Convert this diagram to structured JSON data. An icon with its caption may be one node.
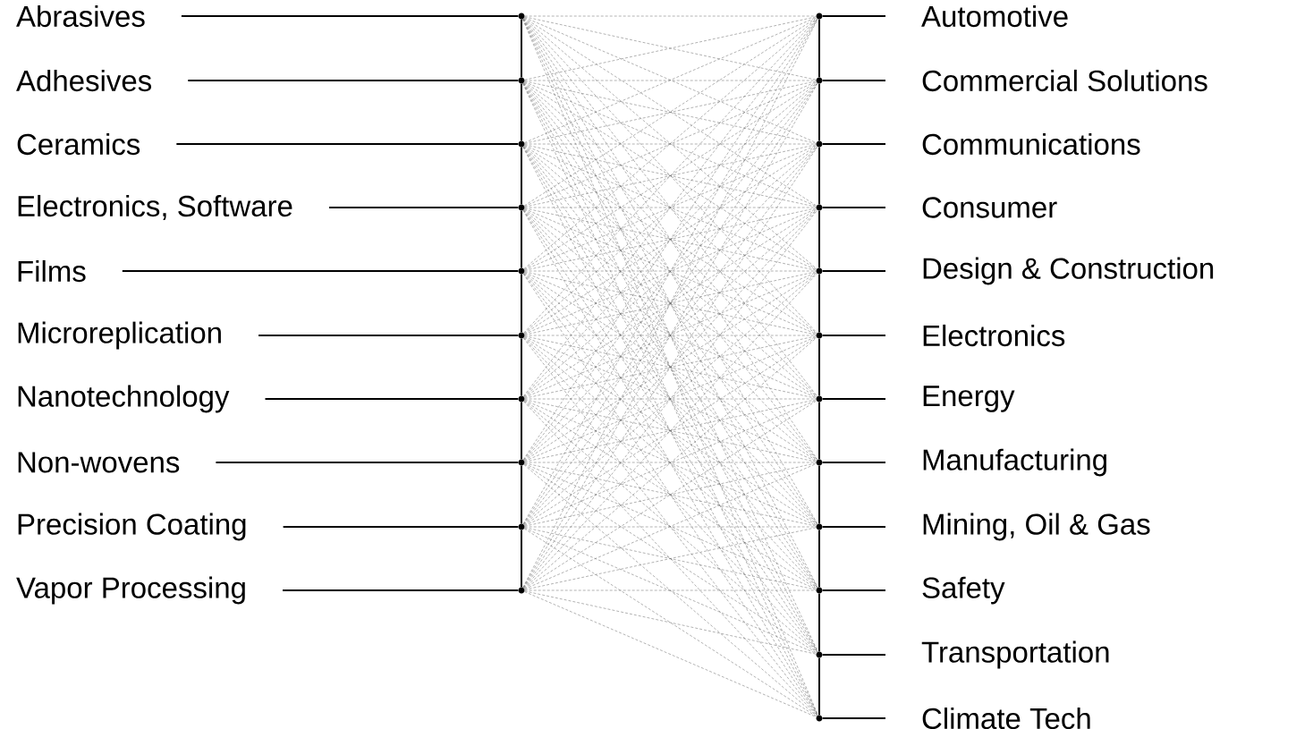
{
  "diagram": {
    "nodes": [
      {
        "text": [
          "Abrasives"
        ]
      },
      {
        "text": [
          "Adhesives"
        ]
      },
      {
        "text": [
          "Ceramics"
        ]
      },
      {
        "text": [
          "Electronics, Software"
        ]
      },
      {
        "text": [
          "Films"
        ]
      },
      {
        "text": [
          "Microreplication"
        ]
      },
      {
        "text": [
          "Nanotechnology"
        ]
      },
      {
        "text": [
          "Non-wovens"
        ]
      },
      {
        "text": [
          "Precision Coating"
        ]
      },
      {
        "text": [
          "Vapor Processing"
        ]
      },
      {
        "text": [
          "Automotive"
        ]
      },
      {
        "text": [
          "Commercial Solutions"
        ]
      },
      {
        "text": [
          "Communications"
        ]
      },
      {
        "text": [
          "Consumer"
        ]
      },
      {
        "text": [
          "Design & Construction"
        ]
      },
      {
        "text": [
          "Electronics"
        ]
      },
      {
        "text": [
          "Energy"
        ]
      },
      {
        "text": [
          "Manufacturing"
        ]
      },
      {
        "text": [
          "Mining, Oil & Gas"
        ]
      },
      {
        "text": [
          "Safety"
        ]
      },
      {
        "text": [
          "Transportation"
        ]
      },
      {
        "text": [
          "Climate Tech"
        ]
      },
      {
        "text": [],
        "shape": "circle"
      },
      {
        "text": [],
        "shape": "circle"
      },
      {
        "text": [],
        "shape": "circle"
      },
      {
        "text": [],
        "shape": "circle"
      },
      {
        "text": [],
        "shape": "circle"
      },
      {
        "text": [],
        "shape": "circle"
      },
      {
        "text": [],
        "shape": "circle"
      },
      {
        "text": [],
        "shape": "circle"
      },
      {
        "text": [],
        "shape": "circle"
      },
      {
        "text": [],
        "shape": "circle"
      },
      {
        "text": [],
        "shape": "circle"
      },
      {
        "text": [],
        "shape": "circle"
      },
      {
        "text": [],
        "shape": "circle"
      },
      {
        "text": [],
        "shape": "circle"
      },
      {
        "text": [],
        "shape": "circle"
      },
      {
        "text": [],
        "shape": "circle"
      },
      {
        "text": [],
        "shape": "circle"
      },
      {
        "text": [],
        "shape": "circle"
      },
      {
        "text": [],
        "shape": "circle"
      },
      {
        "text": [],
        "shape": "circle"
      },
      {
        "text": [],
        "shape": "circle"
      },
      {
        "text": [],
        "shape": "circle"
      }
    ],
    "edges": [
      {
        "from": 0,
        "to": 22,
        "arrow": "none",
        "color": "#000000"
      },
      {
        "from": 1,
        "to": 23,
        "arrow": "none",
        "color": "#000000"
      },
      {
        "from": 2,
        "to": 24,
        "arrow": "none",
        "color": "#000000"
      },
      {
        "from": 3,
        "to": 25,
        "arrow": "none",
        "color": "#000000"
      },
      {
        "from": 4,
        "to": 26,
        "arrow": "none",
        "color": "#000000"
      },
      {
        "from": 5,
        "to": 27,
        "arrow": "none",
        "color": "#000000"
      },
      {
        "from": 6,
        "to": 28,
        "arrow": "none",
        "color": "#000000"
      },
      {
        "from": 7,
        "to": 29,
        "arrow": "none",
        "color": "#000000"
      },
      {
        "from": 8,
        "to": 30,
        "arrow": "none",
        "color": "#000000"
      },
      {
        "from": 9,
        "to": 31,
        "arrow": "none",
        "color": "#000000"
      },
      {
        "from": 32,
        "to": 10,
        "arrow": "none",
        "color": "#000000"
      },
      {
        "from": 33,
        "to": 11,
        "arrow": "none",
        "color": "#000000"
      },
      {
        "from": 34,
        "to": 12,
        "arrow": "none",
        "color": "#000000"
      },
      {
        "from": 35,
        "to": 13,
        "arrow": "none",
        "color": "#000000"
      },
      {
        "from": 36,
        "to": 14,
        "arrow": "none",
        "color": "#000000"
      },
      {
        "from": 37,
        "to": 15,
        "arrow": "none",
        "color": "#000000"
      },
      {
        "from": 38,
        "to": 16,
        "arrow": "none",
        "color": "#000000"
      },
      {
        "from": 39,
        "to": 17,
        "arrow": "none",
        "color": "#000000"
      },
      {
        "from": 40,
        "to": 18,
        "arrow": "none",
        "color": "#000000"
      },
      {
        "from": 41,
        "to": 19,
        "arrow": "none",
        "color": "#000000"
      },
      {
        "from": 42,
        "to": 20,
        "arrow": "none",
        "color": "#000000"
      },
      {
        "from": 43,
        "to": 21,
        "arrow": "none",
        "color": "#000000"
      },
      {
        "from": 22,
        "to": 23,
        "arrow": "none",
        "color": "#000000"
      },
      {
        "from": 23,
        "to": 24,
        "arrow": "none",
        "color": "#000000"
      },
      {
        "from": 24,
        "to": 25,
        "arrow": "none",
        "color": "#000000"
      },
      {
        "from": 25,
        "to": 26,
        "arrow": "none",
        "color": "#000000"
      },
      {
        "from": 26,
        "to": 27,
        "arrow": "none",
        "color": "#000000"
      },
      {
        "from": 27,
        "to": 28,
        "arrow": "none",
        "color": "#000000"
      },
      {
        "from": 28,
        "to": 29,
        "arrow": "none",
        "color": "#000000"
      },
      {
        "from": 29,
        "to": 30,
        "arrow": "none",
        "color": "#000000"
      },
      {
        "from": 30,
        "to": 31,
        "arrow": "none",
        "color": "#000000"
      },
      {
        "from": 32,
        "to": 33,
        "arrow": "none",
        "color": "#000000"
      },
      {
        "from": 33,
        "to": 34,
        "arrow": "none",
        "color": "#000000"
      },
      {
        "from": 34,
        "to": 35,
        "arrow": "none",
        "color": "#000000"
      },
      {
        "from": 35,
        "to": 36,
        "arrow": "none",
        "color": "#000000"
      },
      {
        "from": 36,
        "to": 37,
        "arrow": "none",
        "color": "#000000"
      },
      {
        "from": 37,
        "to": 38,
        "arrow": "none",
        "color": "#000000"
      },
      {
        "from": 38,
        "to": 39,
        "arrow": "none",
        "color": "#000000"
      },
      {
        "from": 39,
        "to": 40,
        "arrow": "none",
        "color": "#000000"
      },
      {
        "from": 40,
        "to": 41,
        "arrow": "none",
        "color": "#000000"
      },
      {
        "from": 41,
        "to": 42,
        "arrow": "none",
        "color": "#000000"
      },
      {
        "from": 42,
        "to": 43,
        "arrow": "none",
        "color": "#000000"
      },
      {
        "from": 22,
        "to": 32,
        "arrow": "none",
        "style": "dashed"
      },
      {
        "from": 22,
        "to": 33,
        "arrow": "none",
        "style": "dashed"
      },
      {
        "from": 22,
        "to": 34,
        "arrow": "none",
        "style": "dashed"
      },
      {
        "from": 22,
        "to": 35,
        "arrow": "none",
        "style": "dashed"
      },
      {
        "from": 22,
        "to": 36,
        "arrow": "none",
        "style": "dashed"
      },
      {
        "from": 22,
        "to": 37,
        "arrow": "none",
        "style": "dashed"
      },
      {
        "from": 22,
        "to": 38,
        "arrow": "none",
        "style": "dashed"
      },
      {
        "from": 22,
        "to": 39,
        "arrow": "none",
        "style": "dashed"
      },
      {
        "from": 22,
        "to": 40,
        "arrow": "none",
        "style": "dashed"
      },
      {
        "from": 22,
        "to": 41,
        "arrow": "none",
        "style": "dashed"
      },
      {
        "from": 22,
        "to": 42,
        "arrow": "none",
        "style": "dashed"
      },
      {
        "from": 22,
        "to": 43,
        "arrow": "none",
        "style": "dashed"
      },
      {
        "from": 23,
        "to": 32,
        "arrow": "none",
        "style": "dashed"
      },
      {
        "from": 23,
        "to": 33,
        "arrow": "none",
        "style": "dashed"
      },
      {
        "from": 23,
        "to": 34,
        "arrow": "none",
        "style": "dashed"
      },
      {
        "from": 23,
        "to": 35,
        "arrow": "none",
        "style": "dashed"
      },
      {
        "from": 23,
        "to": 36,
        "arrow": "none",
        "style": "dashed"
      },
      {
        "from": 23,
        "to": 37,
        "arrow": "none",
        "style": "dashed"
      },
      {
        "from": 23,
        "to": 38,
        "arrow": "none",
        "style": "dashed"
      },
      {
        "from": 23,
        "to": 39,
        "arrow": "none",
        "style": "dashed"
      },
      {
        "from": 23,
        "to": 40,
        "arrow": "none",
        "style": "dashed"
      },
      {
        "from": 23,
        "to": 41,
        "arrow": "none",
        "style": "dashed"
      },
      {
        "from": 23,
        "to": 42,
        "arrow": "none",
        "style": "dashed"
      },
      {
        "from": 23,
        "to": 43,
        "arrow": "none",
        "style": "dashed"
      },
      {
        "from": 24,
        "to": 32,
        "arrow": "none",
        "style": "dashed"
      },
      {
        "from": 24,
        "to": 33,
        "arrow": "none",
        "style": "dashed"
      },
      {
        "from": 24,
        "to": 34,
        "arrow": "none",
        "style": "dashed"
      },
      {
        "from": 24,
        "to": 35,
        "arrow": "none",
        "style": "dashed"
      },
      {
        "from": 24,
        "to": 36,
        "arrow": "none",
        "style": "dashed"
      },
      {
        "from": 24,
        "to": 37,
        "arrow": "none",
        "style": "dashed"
      },
      {
        "from": 24,
        "to": 38,
        "arrow": "none",
        "style": "dashed"
      },
      {
        "from": 24,
        "to": 39,
        "arrow": "none",
        "style": "dashed"
      },
      {
        "from": 24,
        "to": 40,
        "arrow": "none",
        "style": "dashed"
      },
      {
        "from": 24,
        "to": 41,
        "arrow": "none",
        "style": "dashed"
      },
      {
        "from": 24,
        "to": 42,
        "arrow": "none",
        "style": "dashed"
      },
      {
        "from": 24,
        "to": 43,
        "arrow": "none",
        "style": "dashed"
      },
      {
        "from": 25,
        "to": 32,
        "arrow": "none",
        "style": "dashed"
      },
      {
        "from": 25,
        "to": 33,
        "arrow": "none",
        "style": "dashed"
      },
      {
        "from": 25,
        "to": 34,
        "arrow": "none",
        "style": "dashed"
      },
      {
        "from": 25,
        "to": 35,
        "arrow": "none",
        "style": "dashed"
      },
      {
        "from": 25,
        "to": 36,
        "arrow": "none",
        "style": "dashed"
      },
      {
        "from": 25,
        "to": 37,
        "arrow": "none",
        "style": "dashed"
      },
      {
        "from": 25,
        "to": 38,
        "arrow": "none",
        "style": "dashed"
      },
      {
        "from": 25,
        "to": 39,
        "arrow": "none",
        "style": "dashed"
      },
      {
        "from": 25,
        "to": 40,
        "arrow": "none",
        "style": "dashed"
      },
      {
        "from": 25,
        "to": 41,
        "arrow": "none",
        "style": "dashed"
      },
      {
        "from": 25,
        "to": 42,
        "arrow": "none",
        "style": "dashed"
      },
      {
        "from": 25,
        "to": 43,
        "arrow": "none",
        "style": "dashed"
      },
      {
        "from": 26,
        "to": 32,
        "arrow": "none",
        "style": "dashed"
      },
      {
        "from": 26,
        "to": 33,
        "arrow": "none",
        "style": "dashed"
      },
      {
        "from": 26,
        "to": 34,
        "arrow": "none",
        "style": "dashed"
      },
      {
        "from": 26,
        "to": 35,
        "arrow": "none",
        "style": "dashed"
      },
      {
        "from": 26,
        "to": 36,
        "arrow": "none",
        "style": "dashed"
      },
      {
        "from": 26,
        "to": 37,
        "arrow": "none",
        "style": "dashed"
      },
      {
        "from": 26,
        "to": 38,
        "arrow": "none",
        "style": "dashed"
      },
      {
        "from": 26,
        "to": 39,
        "arrow": "none",
        "style": "dashed"
      },
      {
        "from": 26,
        "to": 40,
        "arrow": "none",
        "style": "dashed"
      },
      {
        "from": 26,
        "to": 41,
        "arrow": "none",
        "style": "dashed"
      },
      {
        "from": 26,
        "to": 42,
        "arrow": "none",
        "style": "dashed"
      },
      {
        "from": 26,
        "to": 43,
        "arrow": "none",
        "style": "dashed"
      },
      {
        "from": 27,
        "to": 32,
        "arrow": "none",
        "style": "dashed"
      },
      {
        "from": 27,
        "to": 33,
        "arrow": "none",
        "style": "dashed"
      },
      {
        "from": 27,
        "to": 34,
        "arrow": "none",
        "style": "dashed"
      },
      {
        "from": 27,
        "to": 35,
        "arrow": "none",
        "style": "dashed"
      },
      {
        "from": 27,
        "to": 36,
        "arrow": "none",
        "style": "dashed"
      },
      {
        "from": 27,
        "to": 37,
        "arrow": "none",
        "style": "dashed"
      },
      {
        "from": 27,
        "to": 38,
        "arrow": "none",
        "style": "dashed"
      },
      {
        "from": 27,
        "to": 39,
        "arrow": "none",
        "style": "dashed"
      },
      {
        "from": 27,
        "to": 40,
        "arrow": "none",
        "style": "dashed"
      },
      {
        "from": 27,
        "to": 41,
        "arrow": "none",
        "style": "dashed"
      },
      {
        "from": 27,
        "to": 42,
        "arrow": "none",
        "style": "dashed"
      },
      {
        "from": 27,
        "to": 43,
        "arrow": "none",
        "style": "dashed"
      },
      {
        "from": 28,
        "to": 32,
        "arrow": "none",
        "style": "dashed"
      },
      {
        "from": 28,
        "to": 33,
        "arrow": "none",
        "style": "dashed"
      },
      {
        "from": 28,
        "to": 34,
        "arrow": "none",
        "style": "dashed"
      },
      {
        "from": 28,
        "to": 35,
        "arrow": "none",
        "style": "dashed"
      },
      {
        "from": 28,
        "to": 36,
        "arrow": "none",
        "style": "dashed"
      },
      {
        "from": 28,
        "to": 37,
        "arrow": "none",
        "style": "dashed"
      },
      {
        "from": 28,
        "to": 38,
        "arrow": "none",
        "style": "dashed"
      },
      {
        "from": 28,
        "to": 39,
        "arrow": "none",
        "style": "dashed"
      },
      {
        "from": 28,
        "to": 40,
        "arrow": "none",
        "style": "dashed"
      },
      {
        "from": 28,
        "to": 41,
        "arrow": "none",
        "style": "dashed"
      },
      {
        "from": 28,
        "to": 42,
        "arrow": "none",
        "style": "dashed"
      },
      {
        "from": 28,
        "to": 43,
        "arrow": "none",
        "style": "dashed"
      },
      {
        "from": 29,
        "to": 32,
        "arrow": "none",
        "style": "dashed"
      },
      {
        "from": 29,
        "to": 33,
        "arrow": "none",
        "style": "dashed"
      },
      {
        "from": 29,
        "to": 34,
        "arrow": "none",
        "style": "dashed"
      },
      {
        "from": 29,
        "to": 35,
        "arrow": "none",
        "style": "dashed"
      },
      {
        "from": 29,
        "to": 36,
        "arrow": "none",
        "style": "dashed"
      },
      {
        "from": 29,
        "to": 37,
        "arrow": "none",
        "style": "dashed"
      },
      {
        "from": 29,
        "to": 38,
        "arrow": "none",
        "style": "dashed"
      },
      {
        "from": 29,
        "to": 39,
        "arrow": "none",
        "style": "dashed"
      },
      {
        "from": 29,
        "to": 40,
        "arrow": "none",
        "style": "dashed"
      },
      {
        "from": 29,
        "to": 41,
        "arrow": "none",
        "style": "dashed"
      },
      {
        "from": 29,
        "to": 42,
        "arrow": "none",
        "style": "dashed"
      },
      {
        "from": 29,
        "to": 43,
        "arrow": "none",
        "style": "dashed"
      },
      {
        "from": 30,
        "to": 32,
        "arrow": "none",
        "style": "dashed"
      },
      {
        "from": 30,
        "to": 33,
        "arrow": "none",
        "style": "dashed"
      },
      {
        "from": 30,
        "to": 34,
        "arrow": "none",
        "style": "dashed"
      },
      {
        "from": 30,
        "to": 35,
        "arrow": "none",
        "style": "dashed"
      },
      {
        "from": 30,
        "to": 36,
        "arrow": "none",
        "style": "dashed"
      },
      {
        "from": 30,
        "to": 37,
        "arrow": "none",
        "style": "dashed"
      },
      {
        "from": 30,
        "to": 38,
        "arrow": "none",
        "style": "dashed"
      },
      {
        "from": 30,
        "to": 39,
        "arrow": "none",
        "style": "dashed"
      },
      {
        "from": 30,
        "to": 40,
        "arrow": "none",
        "style": "dashed"
      },
      {
        "from": 30,
        "to": 41,
        "arrow": "none",
        "style": "dashed"
      },
      {
        "from": 30,
        "to": 42,
        "arrow": "none",
        "style": "dashed"
      },
      {
        "from": 30,
        "to": 43,
        "arrow": "none",
        "style": "dashed"
      },
      {
        "from": 31,
        "to": 32,
        "arrow": "none",
        "style": "dashed"
      },
      {
        "from": 31,
        "to": 33,
        "arrow": "none",
        "style": "dashed"
      },
      {
        "from": 31,
        "to": 34,
        "arrow": "none",
        "style": "dashed"
      },
      {
        "from": 31,
        "to": 35,
        "arrow": "none",
        "style": "dashed"
      },
      {
        "from": 31,
        "to": 36,
        "arrow": "none",
        "style": "dashed"
      },
      {
        "from": 31,
        "to": 37,
        "arrow": "none",
        "style": "dashed"
      },
      {
        "from": 31,
        "to": 38,
        "arrow": "none",
        "style": "dashed"
      },
      {
        "from": 31,
        "to": 39,
        "arrow": "none",
        "style": "dashed"
      },
      {
        "from": 31,
        "to": 40,
        "arrow": "none",
        "style": "dashed"
      },
      {
        "from": 31,
        "to": 41,
        "arrow": "none",
        "style": "dashed"
      },
      {
        "from": 31,
        "to": 42,
        "arrow": "none",
        "style": "dashed"
      },
      {
        "from": 31,
        "to": 43,
        "arrow": "none",
        "style": "dashed"
      }
    ]
  }
}
